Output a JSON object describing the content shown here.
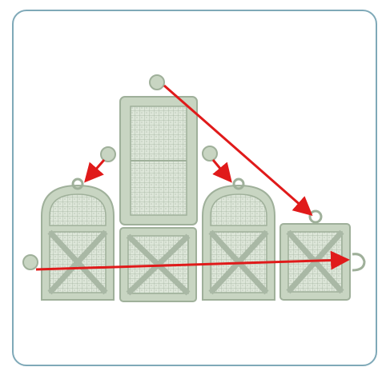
{
  "diagram": {
    "type": "embroidery-lace-assembly",
    "colors": {
      "frame_border": "#7fa9b8",
      "lace_thread": "#c8d5c2",
      "lace_outline": "#9fb09a",
      "lace_mesh": "#b2c1ae",
      "arrow": "#e01a1a"
    },
    "pieces": [
      {
        "id": "tall-window",
        "shape": "rectangle-panel"
      },
      {
        "id": "arched-door-left",
        "shape": "arched-cross-panel"
      },
      {
        "id": "square-cross-1",
        "shape": "square-cross-panel"
      },
      {
        "id": "arched-door-right",
        "shape": "arched-cross-panel"
      },
      {
        "id": "square-cross-2",
        "shape": "square-cross-panel"
      }
    ],
    "connectors": [
      {
        "from": "top-knot",
        "to": "square-cross-2-loop"
      },
      {
        "from": "left-knot",
        "to": "arched-door-left-loop"
      },
      {
        "from": "right-knot",
        "to": "arched-door-right-loop"
      },
      {
        "from": "left-edge-knot",
        "to": "right-edge-loop"
      }
    ]
  }
}
